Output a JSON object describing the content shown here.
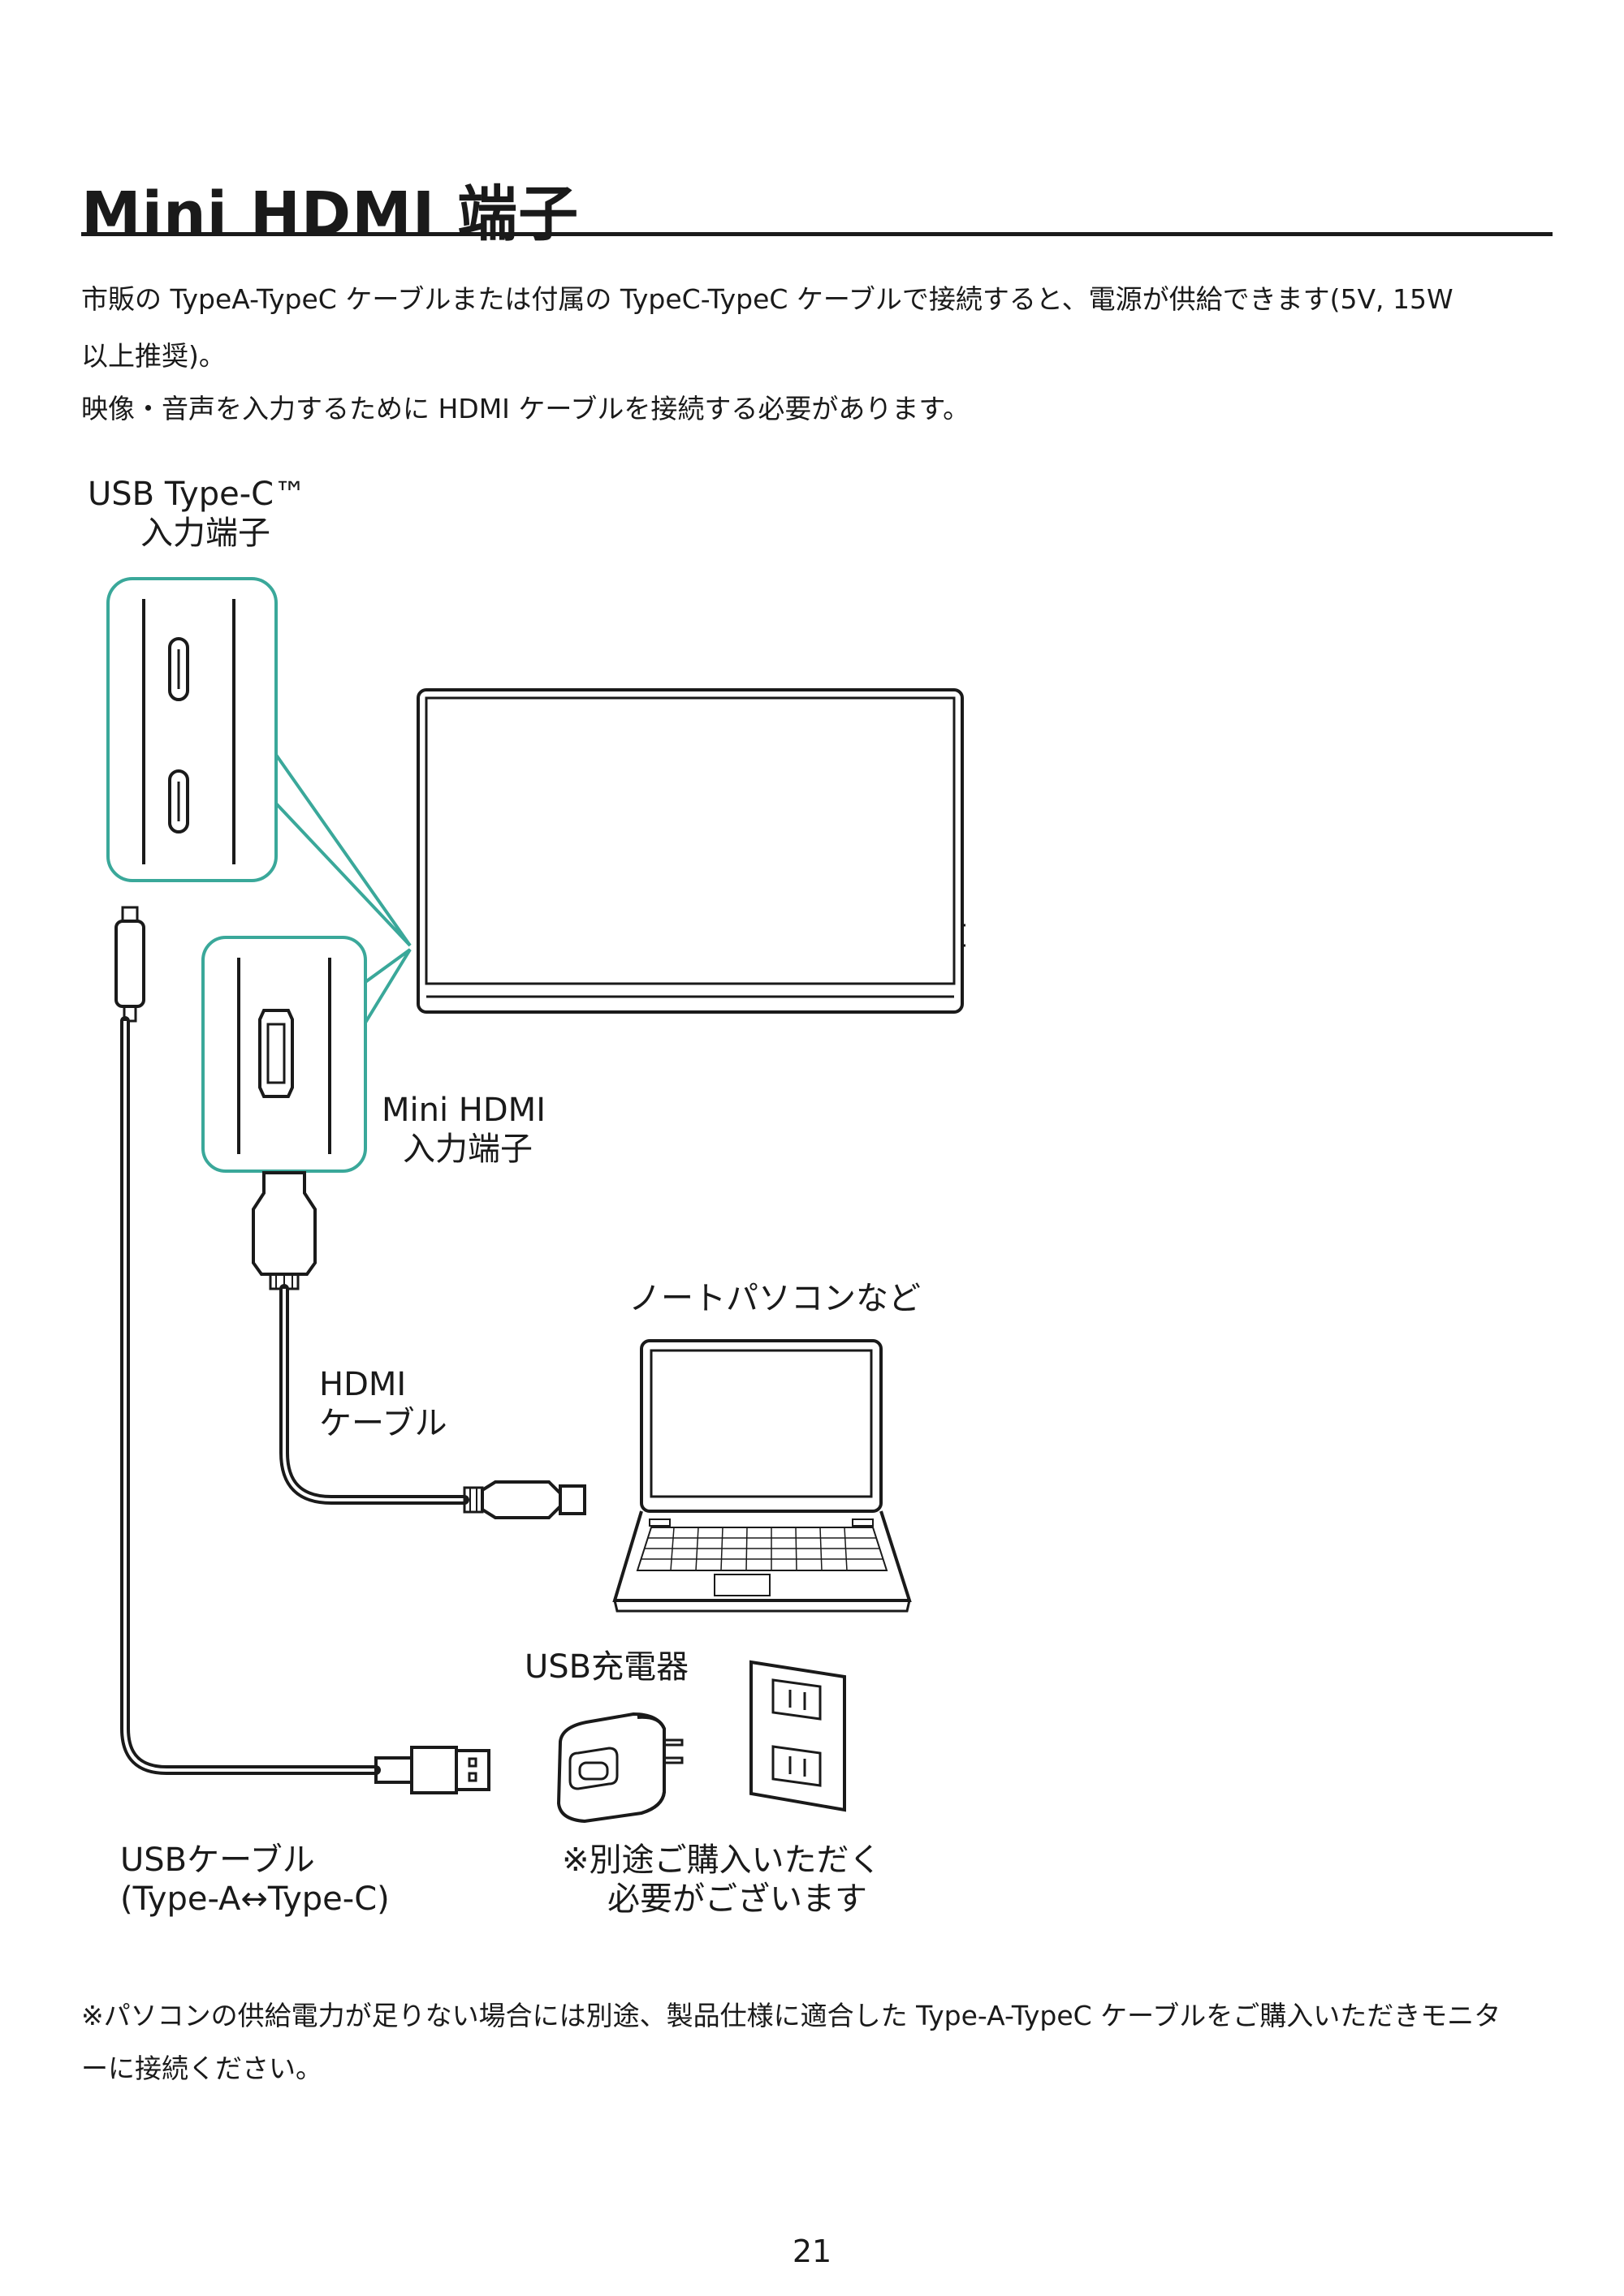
{
  "heading": "Mini HDMI 端子",
  "intro": {
    "line1": "市販の TypeA-TypeC ケーブルまたは付属の TypeC-TypeC ケーブルで接続すると、電源が供給できます(5V, 15W",
    "line2": "以上推奨)。",
    "line3": "映像・音声を入力するために HDMI ケーブルを接続する必要があります。"
  },
  "diagram": {
    "usb_c_port_label_1": "USB Type-C™",
    "usb_c_port_label_2": "入力端子",
    "mini_hdmi_port_label_1": "Mini HDMI",
    "mini_hdmi_port_label_2": "入力端子",
    "laptop_label": "ノートパソコンなど",
    "hdmi_cable_label_1": "HDMI",
    "hdmi_cable_label_2": "ケーブル",
    "charger_label": "USB充電器",
    "usb_cable_label_1": "USBケーブル",
    "usb_cable_label_2": "(Type-A↔Type-C)",
    "charger_note_1": "※別途ご購入いただく",
    "charger_note_2": "必要がございます",
    "accent_color": "#3aa89a"
  },
  "footnote": {
    "line1": "※パソコンの供給電力が足りない場合には別途、製品仕様に適合した Type-A-TypeC ケーブルをご購入いただきモニタ",
    "line2": "ーに接続ください。"
  },
  "page_number": "21"
}
